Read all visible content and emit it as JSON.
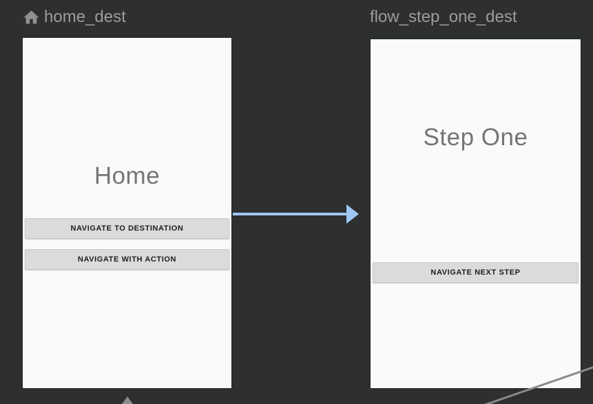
{
  "editor": {
    "view": "navigation-graph"
  },
  "destinations": [
    {
      "id": "home_dest",
      "label": "home_dest",
      "is_start_destination": true,
      "screen_title": "Home",
      "buttons": [
        "NAVIGATE TO DESTINATION",
        "NAVIGATE WITH ACTION"
      ]
    },
    {
      "id": "flow_step_one_dest",
      "label": "flow_step_one_dest",
      "is_start_destination": false,
      "screen_title": "Step One",
      "buttons": [
        "NAVIGATE NEXT STEP"
      ]
    }
  ],
  "edges": [
    {
      "from": "home_dest",
      "to": "flow_step_one_dest",
      "style": "action-arrow"
    },
    {
      "from": "offscreen-bottom",
      "to": "home_dest",
      "style": "gray-arrowhead"
    },
    {
      "from": "offscreen-bottom-right",
      "to": "offscreen-right",
      "style": "gray-line"
    }
  ],
  "colors": {
    "background": "#2d2f30",
    "card": "#fafafa",
    "header_text": "#9c9c9c",
    "title_text": "#757575",
    "button_bg": "#dbdbdb",
    "button_text": "#1d1d1d",
    "arrow": "#9fc7f2",
    "edge_gray": "#8a8a8a"
  }
}
